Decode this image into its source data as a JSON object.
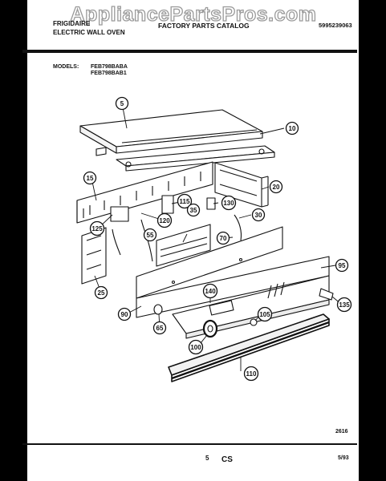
{
  "header": {
    "watermark": "AppliancePartsPros.com",
    "brand": "FRIGIDAIRE",
    "product_type": "ELECTRIC WALL OVEN",
    "catalog_title": "FACTORY PARTS CATALOG",
    "catalog_number": "5995239063",
    "models_label": "MODELS:",
    "models": [
      "FEB798BABA",
      "FEB798BAB1"
    ]
  },
  "callouts": [
    "5",
    "10",
    "15",
    "20",
    "115",
    "130",
    "35",
    "120",
    "30",
    "125",
    "55",
    "70",
    "25",
    "95",
    "140",
    "90",
    "65",
    "105",
    "135",
    "100",
    "110"
  ],
  "footer": {
    "figure_code": "2616",
    "page_number": "5",
    "section_code": "CS",
    "date": "5/93"
  }
}
